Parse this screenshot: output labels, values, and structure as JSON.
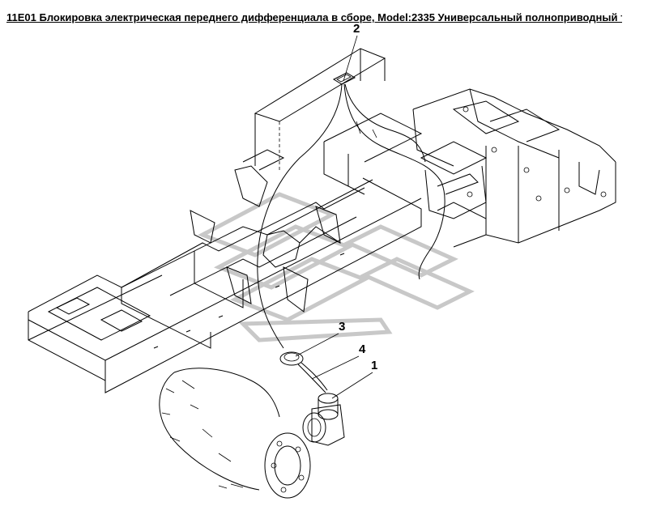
{
  "title": "11E01 Блокировка электрическая переднего дифференциала в сборе, Model:2335 Универсальный полноприводный тр",
  "callouts": {
    "c1": "1",
    "c2": "2",
    "c3": "3",
    "c4": "4"
  },
  "watermark": {
    "color": "#c8c8c8"
  }
}
